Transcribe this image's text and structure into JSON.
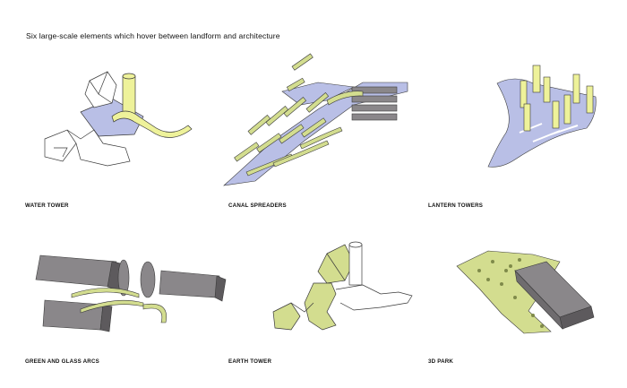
{
  "page": {
    "heading": "Six large-scale elements which hover between landform and architecture"
  },
  "elements": [
    {
      "label": "WATER TOWER"
    },
    {
      "label": "CANAL SPREADERS"
    },
    {
      "label": "LANTERN TOWERS"
    },
    {
      "label": "GREEN AND GLASS ARCS"
    },
    {
      "label": "EARTH TOWER"
    },
    {
      "label": "3D PARK"
    }
  ],
  "colors": {
    "landform_blue": "#b9bfe6",
    "green": "#d3dd8f",
    "yellow": "#eef29a",
    "gray_block": "#8a878a",
    "gray_dark": "#5d5a5d",
    "outline": "#3a3a3a"
  }
}
